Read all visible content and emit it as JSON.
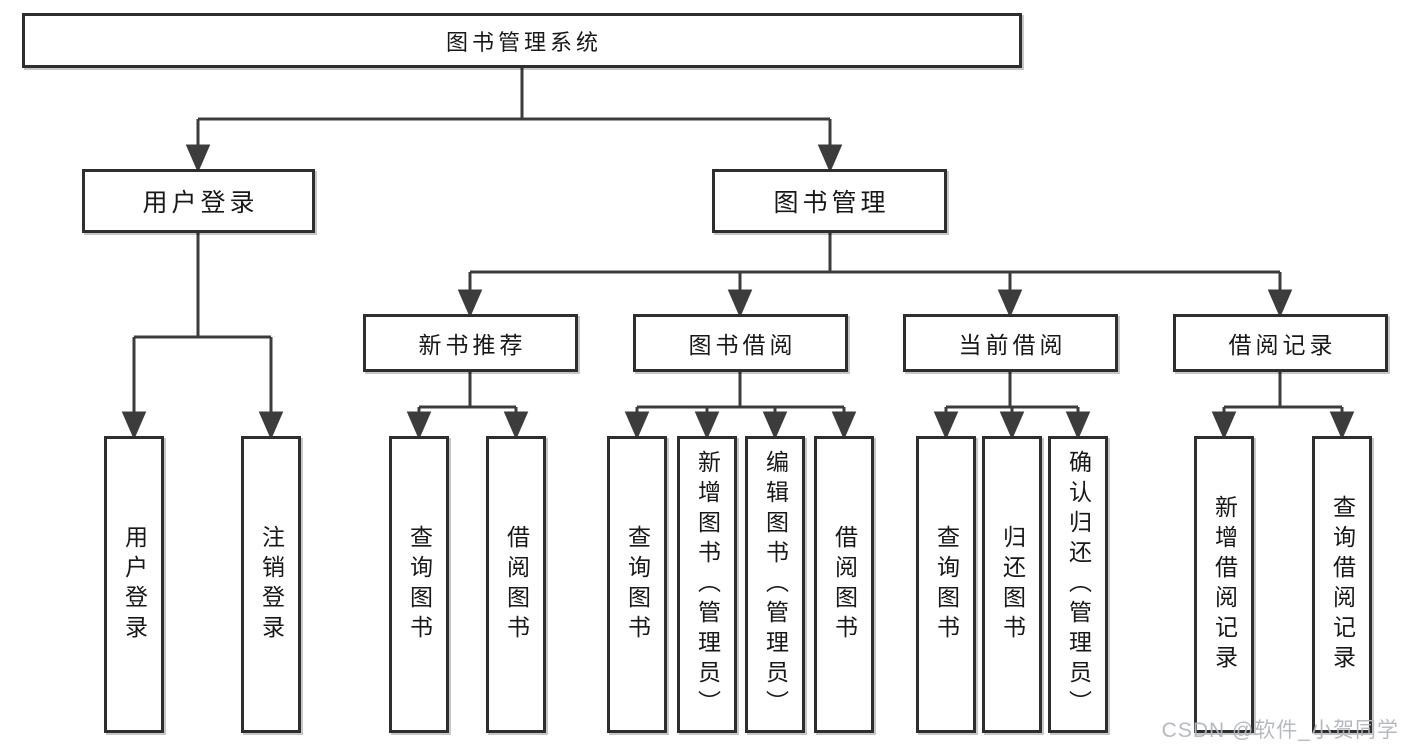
{
  "diagram": {
    "root": {
      "label": "图书管理系统"
    },
    "login": {
      "label": "用户登录",
      "children": [
        {
          "label": "用户登录"
        },
        {
          "label": "注销登录"
        }
      ]
    },
    "manage": {
      "label": "图书管理",
      "groups": [
        {
          "label": "新书推荐",
          "children": [
            {
              "label": "查询图书"
            },
            {
              "label": "借阅图书"
            }
          ]
        },
        {
          "label": "图书借阅",
          "children": [
            {
              "label": "查询图书"
            },
            {
              "label": "新增图书（管理员）"
            },
            {
              "label": "编辑图书（管理员）"
            },
            {
              "label": "借阅图书"
            }
          ]
        },
        {
          "label": "当前借阅",
          "children": [
            {
              "label": "查询图书"
            },
            {
              "label": "归还图书"
            },
            {
              "label": "确认归还（管理员）"
            }
          ]
        },
        {
          "label": "借阅记录",
          "children": [
            {
              "label": "新增借阅记录"
            },
            {
              "label": "查询借阅记录"
            }
          ]
        }
      ]
    }
  },
  "watermark": "CSDN @软件_小贺同学",
  "colors": {
    "background": "#ffffff",
    "box_border": "#2e2e2e",
    "connector_line": "#3c3c3c",
    "text": "#181818",
    "watermark_text": "#b2b6bc"
  }
}
